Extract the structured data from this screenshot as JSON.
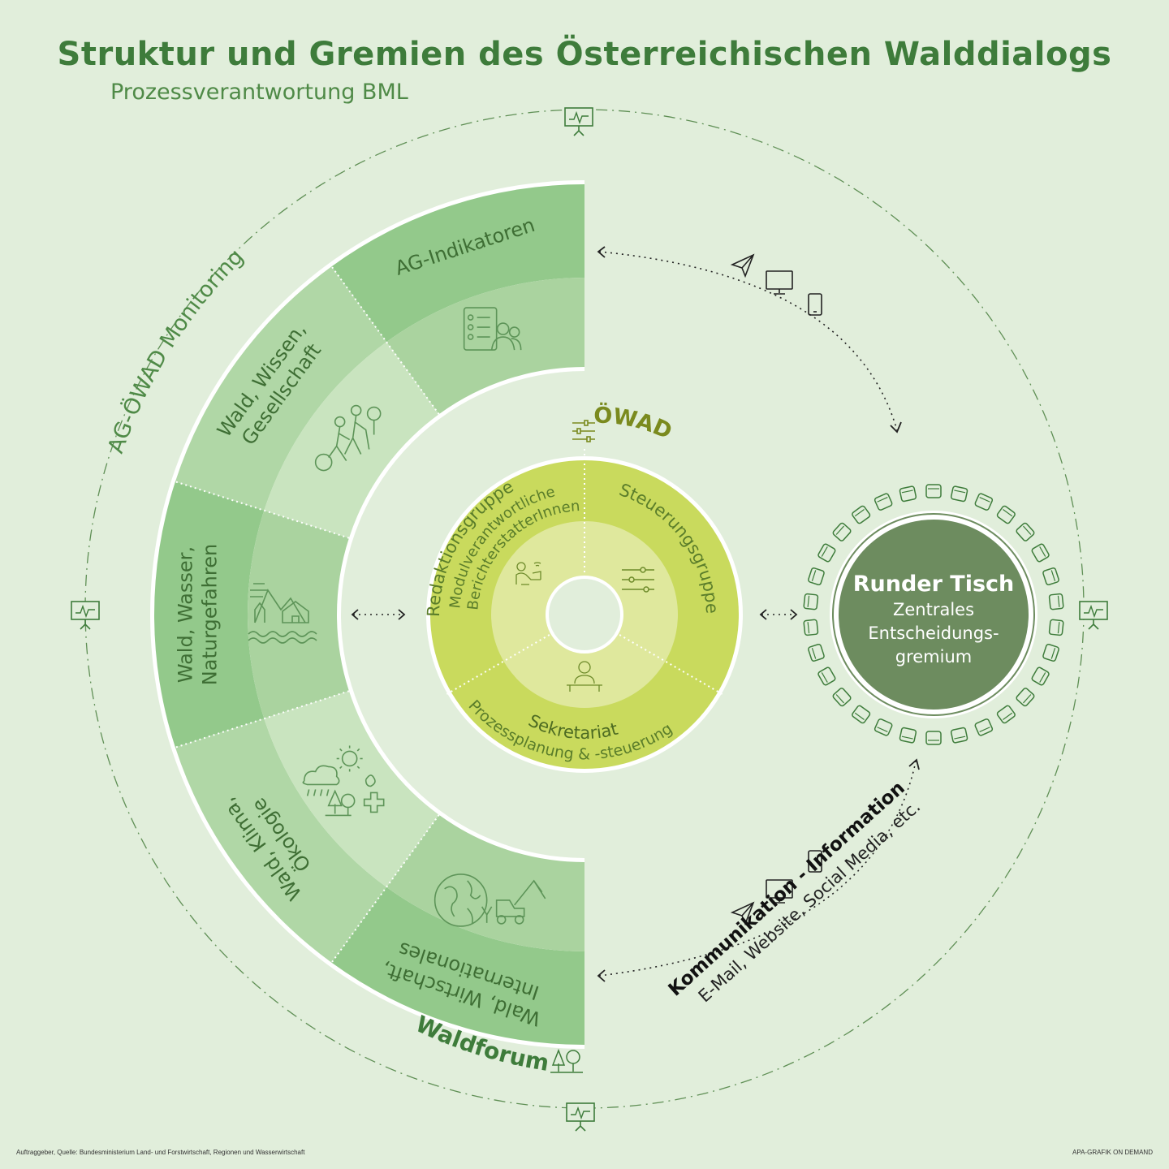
{
  "title": "Struktur und Gremien des Österreichischen Walddialogs",
  "subtitle": "Prozessverantwortung BML",
  "monitoring_label": "AG-ÖWAD Monitoring",
  "waldforum": {
    "label": "Waldforum",
    "sectors": [
      {
        "lines": [
          "AG-Indikatoren"
        ],
        "icon": "checklist-people-icon"
      },
      {
        "lines": [
          "Wald, Wissen,",
          "Gesellschaft"
        ],
        "icon": "hiking-people-icon"
      },
      {
        "lines": [
          "Wald, Wasser,",
          "Naturgefahren"
        ],
        "icon": "wind-mountain-house-icon"
      },
      {
        "lines": [
          "Wald, Klima,",
          "Ökologie"
        ],
        "icon": "weather-tree-health-icon"
      },
      {
        "lines": [
          "Wald, Wirtschaft,",
          "Internationales"
        ],
        "icon": "globe-excavator-icon"
      }
    ]
  },
  "owad": {
    "label": "ÖWAD",
    "redaktion": {
      "title": "Redaktionsgruppe",
      "line1": "Modulverantwortliche",
      "line2": "BerichterstatterInnen"
    },
    "steuerung": {
      "title": "Steuerungsgruppe"
    },
    "sekretariat": {
      "title": "Sekretariat",
      "sub": "Prozessplanung & -steuerung"
    }
  },
  "runder_tisch": {
    "title": "Runder Tisch",
    "line1": "Zentrales",
    "line2": "Entscheidungs-",
    "line3": "gremium"
  },
  "kommunikation": {
    "title": "Kommunikation - Information",
    "sub": "E-Mail, Website, Social Media, etc."
  },
  "footer_left": "Auftraggeber, Quelle: Bundesministerium Land- und Forstwirtschaft, Regionen und Wasserwirtschaft",
  "footer_right": "APA-GRAFIK ON DEMAND",
  "colors": {
    "background": "#e1eedb",
    "outer_dark": "#93c98b",
    "outer_light": "#b0d7a6",
    "inner_dark": "#aad39f",
    "inner_light": "#c9e4bf",
    "owad_outer": "#c9da5d",
    "owad_inner": "#dfe89d",
    "round_table": "#6d8c5f",
    "text_green": "#3e7c3b",
    "owad_text": "#7a8a1e"
  }
}
